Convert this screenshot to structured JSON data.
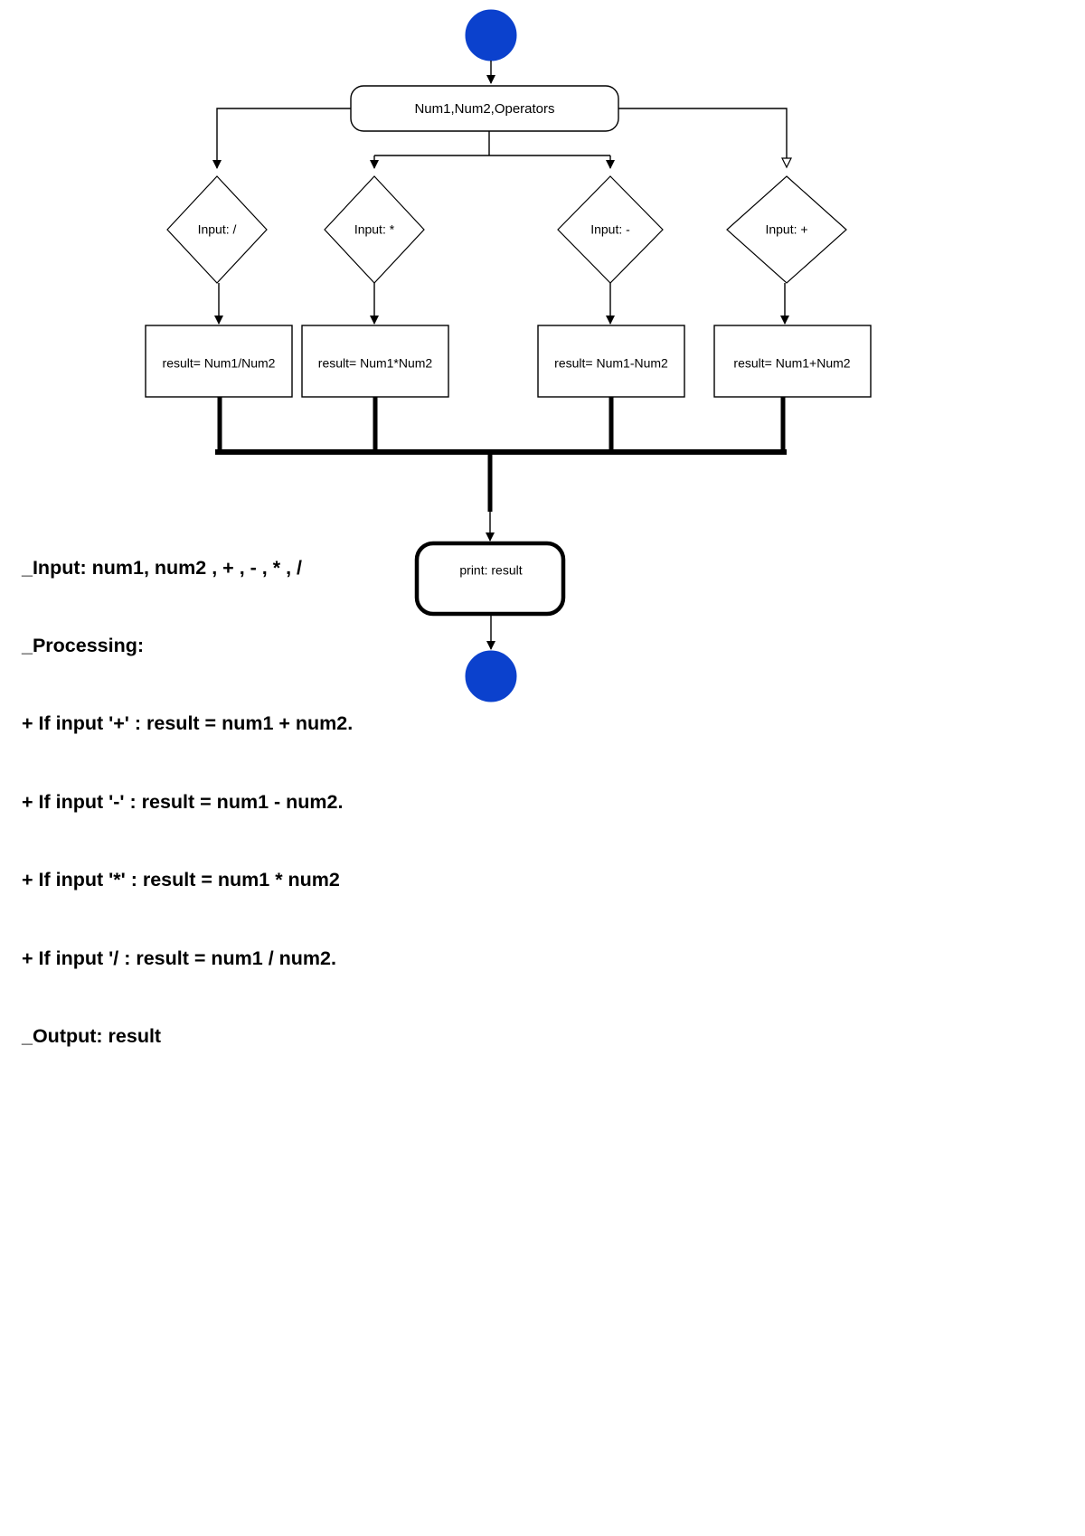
{
  "diagram": {
    "title_nodes": {
      "start_node": "start-circle",
      "end_node": "end-circle"
    },
    "input_node": {
      "label": "Num1,Num2,Operators",
      "shape": "rounded-rectangle"
    },
    "decisions": [
      {
        "label": "Input: /",
        "operator": "/"
      },
      {
        "label": "Input: *",
        "operator": "*"
      },
      {
        "label": "Input: -",
        "operator": "-"
      },
      {
        "label": "Input: +",
        "operator": "+"
      }
    ],
    "processes": [
      {
        "label": "result= Num1/Num2"
      },
      {
        "label": "result= Num1*Num2"
      },
      {
        "label": "result= Num1-Num2"
      },
      {
        "label": "result= Num1+Num2"
      }
    ],
    "output_node": {
      "label": "print: result",
      "shape": "rounded-rectangle"
    },
    "colors": {
      "terminator_fill": "#0b41cd",
      "stroke": "#000000",
      "background": "#ffffff"
    }
  },
  "spec": {
    "lines": [
      "_Input: num1, num2 , + , - , * , /",
      "_Processing:",
      "+ If input '+' : result = num1 + num2.",
      "+ If input '-' : result = num1 - num2.",
      "+ If input '*' : result = num1 * num2",
      "+ If input '/ : result = num1 / num2.",
      "_Output: result"
    ]
  }
}
